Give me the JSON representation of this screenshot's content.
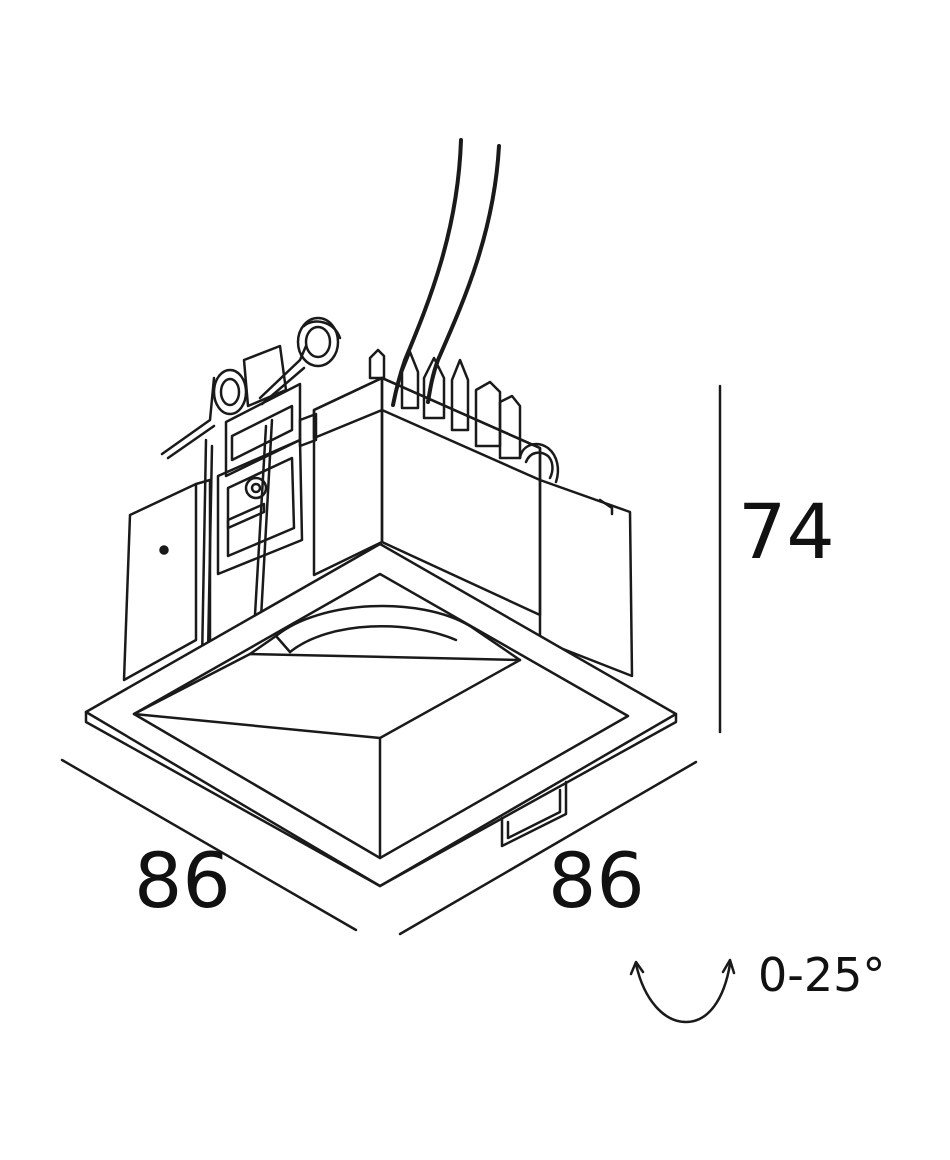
{
  "dimensions": {
    "height": "74",
    "width_left": "86",
    "width_right": "86"
  },
  "tilt": {
    "label": "0-25°",
    "icon": "tilt-arrows-icon"
  },
  "colors": {
    "line": "#1a1a1a",
    "background": "#ffffff"
  }
}
